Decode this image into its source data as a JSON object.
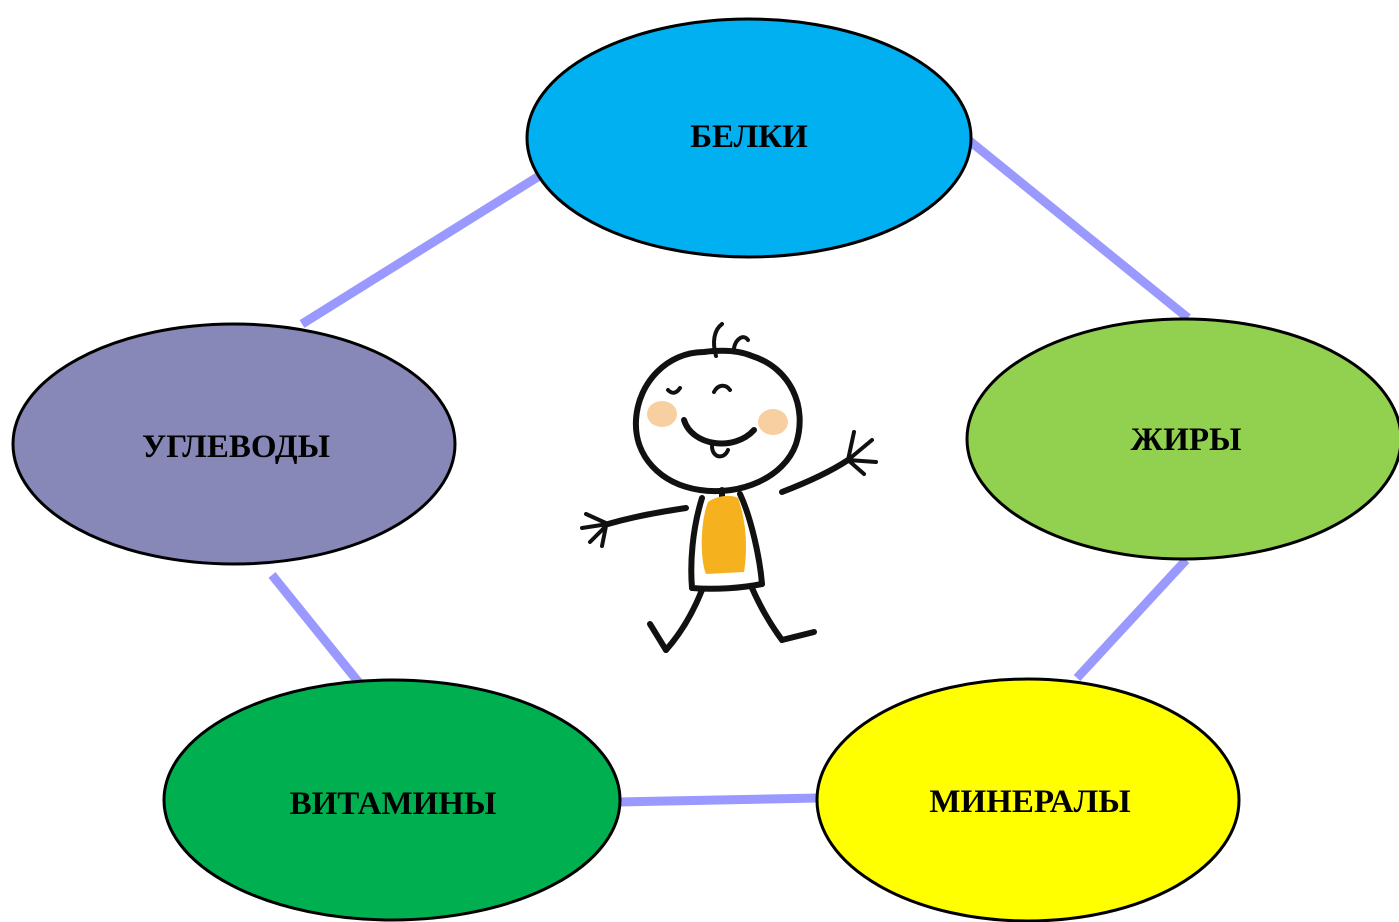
{
  "diagram": {
    "nodes": [
      {
        "id": "belki",
        "label": "БЕЛКИ",
        "color": "#00b0f0"
      },
      {
        "id": "zhiry",
        "label": "ЖИРЫ",
        "color": "#92d050"
      },
      {
        "id": "mineraly",
        "label": "МИНЕРАЛЫ",
        "color": "#ffff00"
      },
      {
        "id": "vitaminy",
        "label": "ВИТАМИНЫ",
        "color": "#00b050"
      },
      {
        "id": "uglevody",
        "label": "УГЛЕВОДЫ",
        "color": "#8888b8"
      }
    ],
    "connectors": [
      {
        "from": "belki",
        "to": "zhiry"
      },
      {
        "from": "zhiry",
        "to": "mineraly"
      },
      {
        "from": "mineraly",
        "to": "vitaminy"
      },
      {
        "from": "vitaminy",
        "to": "uglevody"
      },
      {
        "from": "uglevody",
        "to": "belki"
      }
    ],
    "connector_color": "#9999ff",
    "center_image": "smiling-stick-figure-child"
  }
}
